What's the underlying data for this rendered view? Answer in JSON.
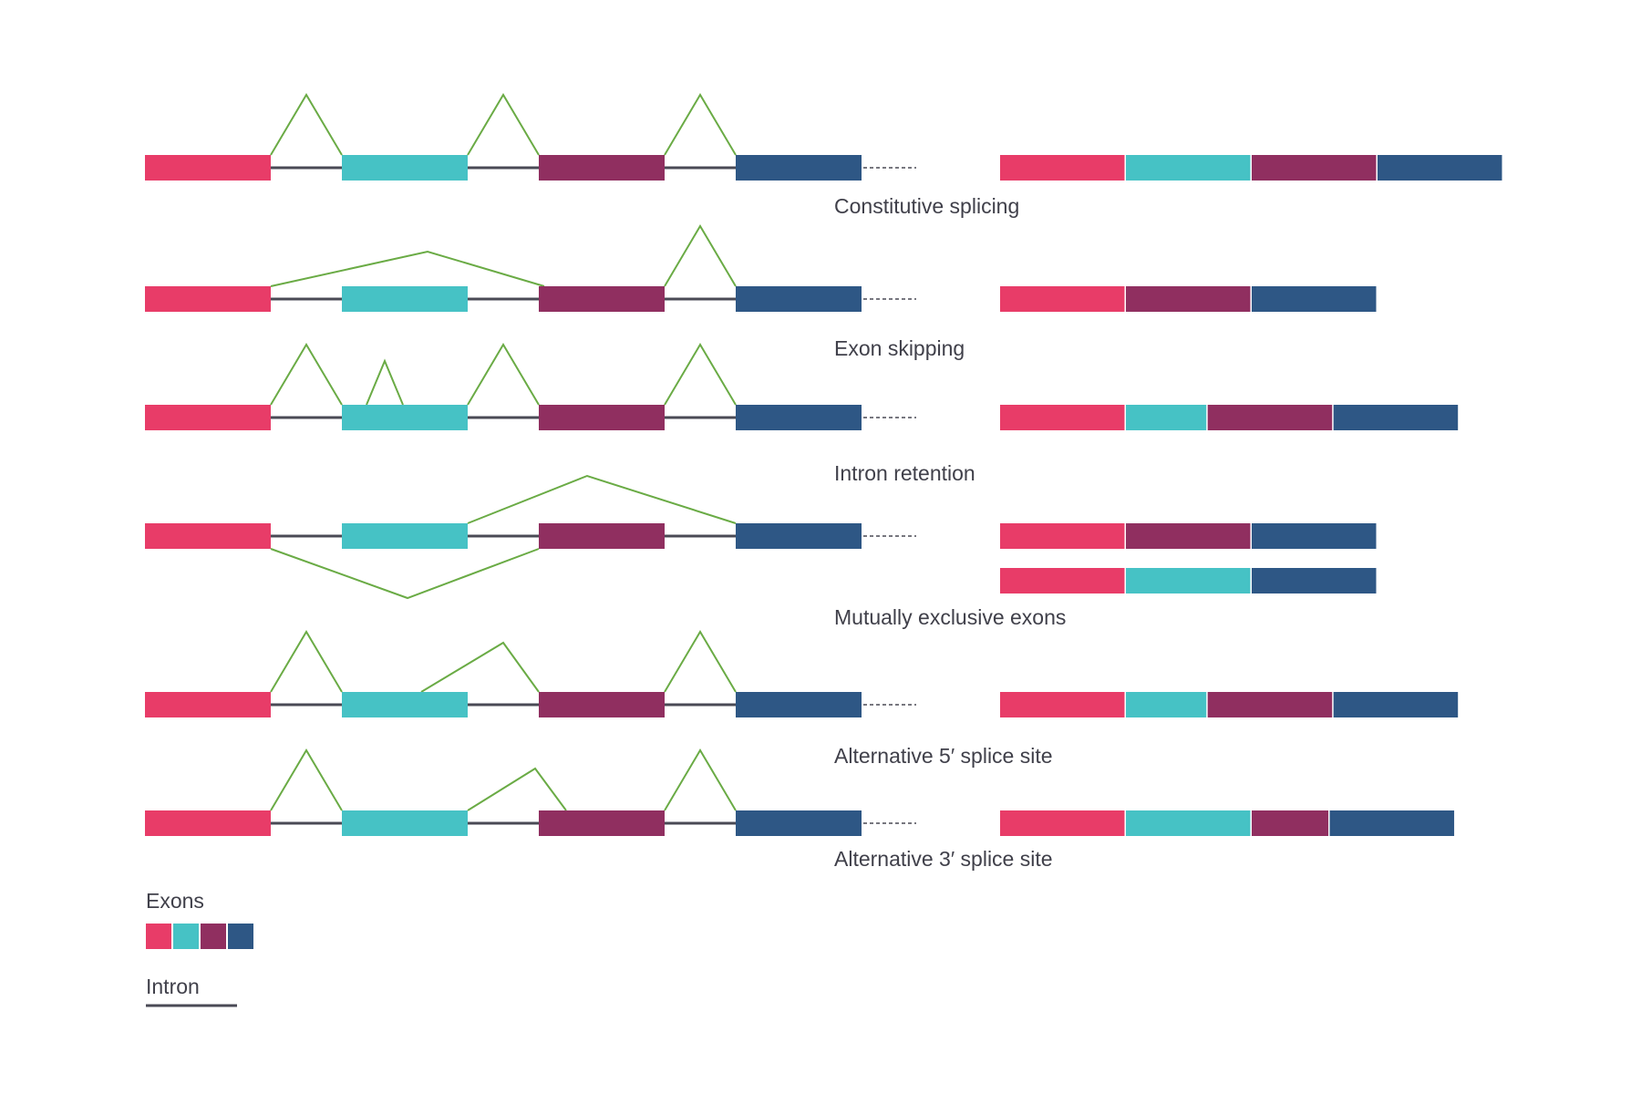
{
  "colors": {
    "exon1": "#e83c68",
    "exon2": "#46c2c5",
    "exon3": "#902f60",
    "exon4": "#2e5785",
    "intron": "#4a4a55",
    "splice": "#6aab45",
    "text": "#40404a"
  },
  "rows": [
    {
      "label": "Constitutive splicing",
      "mrna": [
        [
          "exon1",
          1
        ],
        [
          "exon2",
          1
        ],
        [
          "exon3",
          1
        ],
        [
          "exon4",
          1
        ]
      ]
    },
    {
      "label": "Exon skipping",
      "mrna": [
        [
          "exon1",
          1
        ],
        [
          "exon3",
          1
        ],
        [
          "exon4",
          1
        ]
      ]
    },
    {
      "label": "Intron retention",
      "mrna": [
        [
          "exon1",
          1
        ],
        [
          "exon2",
          0.65
        ],
        [
          "exon3",
          1
        ],
        [
          "exon4",
          1
        ]
      ]
    },
    {
      "label": "Mutually exclusive exons",
      "mrna": [
        [
          "exon1",
          1
        ],
        [
          "exon3",
          1
        ],
        [
          "exon4",
          1
        ]
      ],
      "mrna_alt": [
        [
          "exon1",
          1
        ],
        [
          "exon2",
          1
        ],
        [
          "exon4",
          1
        ]
      ]
    },
    {
      "label": "Alternative 5′ splice site",
      "mrna": [
        [
          "exon1",
          1
        ],
        [
          "exon2",
          0.65
        ],
        [
          "exon3",
          1
        ],
        [
          "exon4",
          1
        ]
      ]
    },
    {
      "label": "Alternative 3′ splice site",
      "mrna": [
        [
          "exon1",
          1
        ],
        [
          "exon2",
          1
        ],
        [
          "exon3",
          0.62
        ],
        [
          "exon4",
          1
        ]
      ]
    }
  ],
  "legend": {
    "exons_label": "Exons",
    "exon_swatches": [
      "exon1",
      "exon2",
      "exon3",
      "exon4"
    ],
    "intron_label": "Intron"
  }
}
